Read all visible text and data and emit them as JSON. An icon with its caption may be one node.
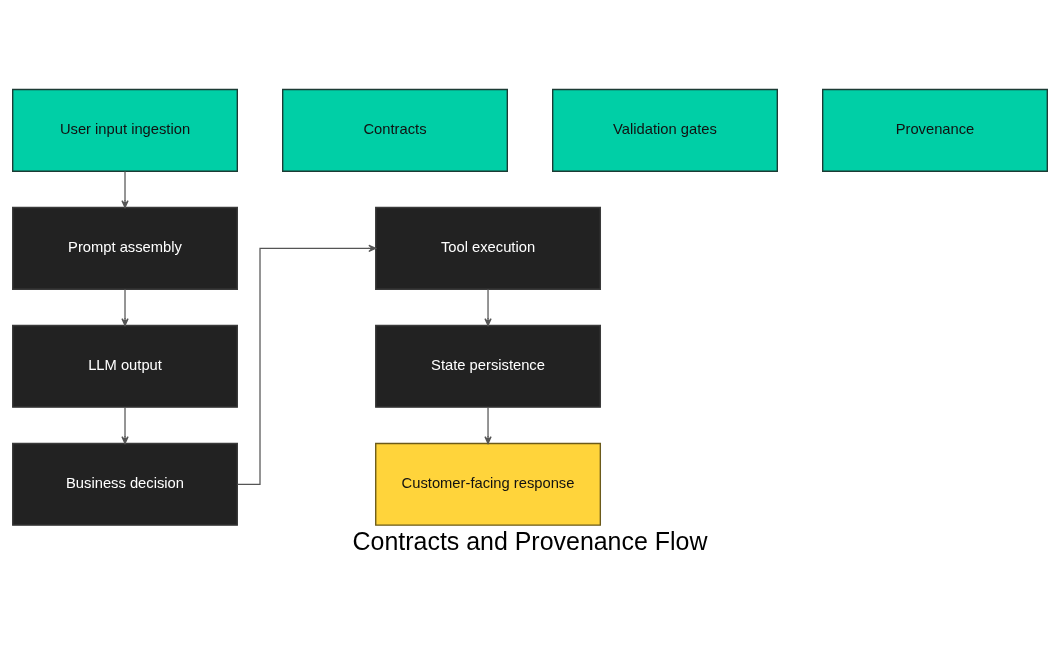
{
  "diagram": {
    "caption": "Contracts and Provenance Flow",
    "nodes": [
      {
        "text": [
          "User input ingestion"
        ]
      },
      {
        "text": [
          "Contracts"
        ]
      },
      {
        "text": [
          "Validation gates"
        ]
      },
      {
        "text": [
          "Provenance"
        ]
      },
      {
        "text": [
          "Prompt assembly"
        ]
      },
      {
        "text": [
          "LLM output"
        ]
      },
      {
        "text": [
          "Business decision"
        ]
      },
      {
        "text": [
          "Tool execution"
        ]
      },
      {
        "text": [
          "State persistence"
        ]
      },
      {
        "text": [
          "Customer-facing response"
        ]
      }
    ],
    "edges": [
      {
        "from": 0,
        "to": 4,
        "arrow": "to"
      },
      {
        "from": 4,
        "to": 5,
        "arrow": "to"
      },
      {
        "from": 5,
        "to": 6,
        "arrow": "to"
      },
      {
        "from": 6,
        "to": 7,
        "arrow": "to"
      },
      {
        "from": 7,
        "to": 8,
        "arrow": "to"
      },
      {
        "from": 8,
        "to": 9,
        "arrow": "to"
      }
    ]
  }
}
